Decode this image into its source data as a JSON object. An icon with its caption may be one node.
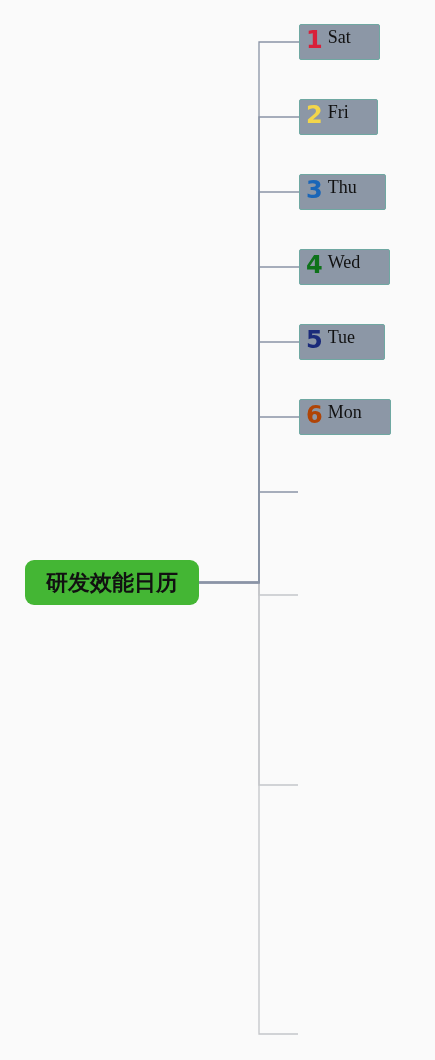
{
  "diagram": {
    "nodes": [
      {
        "text": [
          "研发效能日历"
        ]
      },
      {
        "text": [
          "1",
          "Sat"
        ]
      },
      {
        "text": [
          "2",
          "Fri"
        ]
      },
      {
        "text": [
          "3",
          "Thu"
        ]
      },
      {
        "text": [
          "4",
          "Wed"
        ]
      },
      {
        "text": [
          "5",
          "Tue"
        ]
      },
      {
        "text": [
          "6",
          "Mon"
        ]
      }
    ],
    "edges": [
      {
        "from": 0,
        "to": 1,
        "arrow": "none"
      },
      {
        "from": 0,
        "to": 2,
        "arrow": "none"
      },
      {
        "from": 0,
        "to": 3,
        "arrow": "none"
      },
      {
        "from": 0,
        "to": 4,
        "arrow": "none"
      },
      {
        "from": 0,
        "to": 5,
        "arrow": "none"
      },
      {
        "from": 0,
        "to": 6,
        "arrow": "none"
      },
      {
        "from": 0,
        "to": null,
        "arrow": "none"
      },
      {
        "from": 0,
        "to": null,
        "arrow": "none",
        "color": "#c4c6ca"
      },
      {
        "from": 0,
        "to": null,
        "arrow": "none",
        "color": "#c4c6ca"
      },
      {
        "from": 0,
        "to": null,
        "arrow": "none",
        "color": "#c4c6ca"
      }
    ]
  }
}
